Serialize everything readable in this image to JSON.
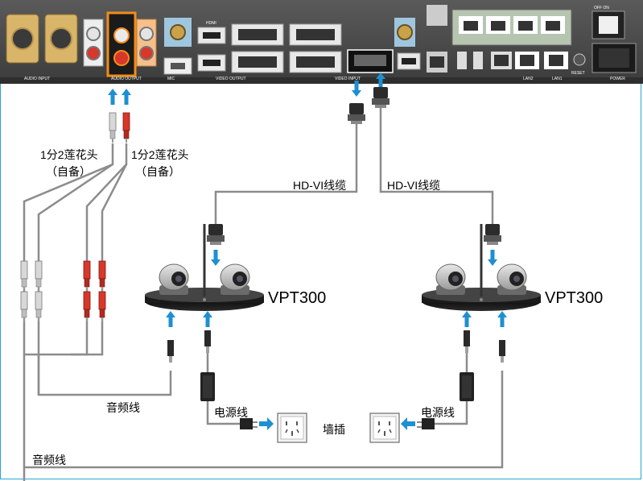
{
  "labels": {
    "splitter_left": "1分2莲花头",
    "splitter_left_note": "（自备）",
    "splitter_right": "1分2莲花头",
    "splitter_right_note": "（自备）",
    "hdvi_left": "HD-VI线缆",
    "hdvi_right": "HD-VI线缆",
    "camera_left": "VPT300",
    "camera_right": "VPT300",
    "audio_cable_mid": "音频线",
    "audio_cable_bottom": "音频线",
    "power_left": "电源线",
    "power_right": "电源线",
    "wall_socket": "墙插"
  },
  "panel": {
    "audio_input": "AUDIO INPUT",
    "audio_output": "AUDIO OUTPUT",
    "mic": "MIC",
    "hdmi": "HDMI",
    "video_output": "VIDEO OUTPUT",
    "video_input": "VIDEO INPUT",
    "lan2": "LAN2",
    "lan1": "LAN1",
    "reset": "RESET",
    "power": "POWER",
    "off_on": "OFF   ON"
  },
  "colors": {
    "cable": "#8c8c8c",
    "arrow": "#1e8fd2",
    "panel": "#4a4a4a",
    "frame": "#29a6d6",
    "red_plug": "#d8372b"
  },
  "icons": [
    "audio-rca-plug-icon",
    "dvi-plug-icon",
    "camera-icon",
    "power-adapter-icon",
    "wall-socket-icon",
    "up-arrow-icon"
  ]
}
